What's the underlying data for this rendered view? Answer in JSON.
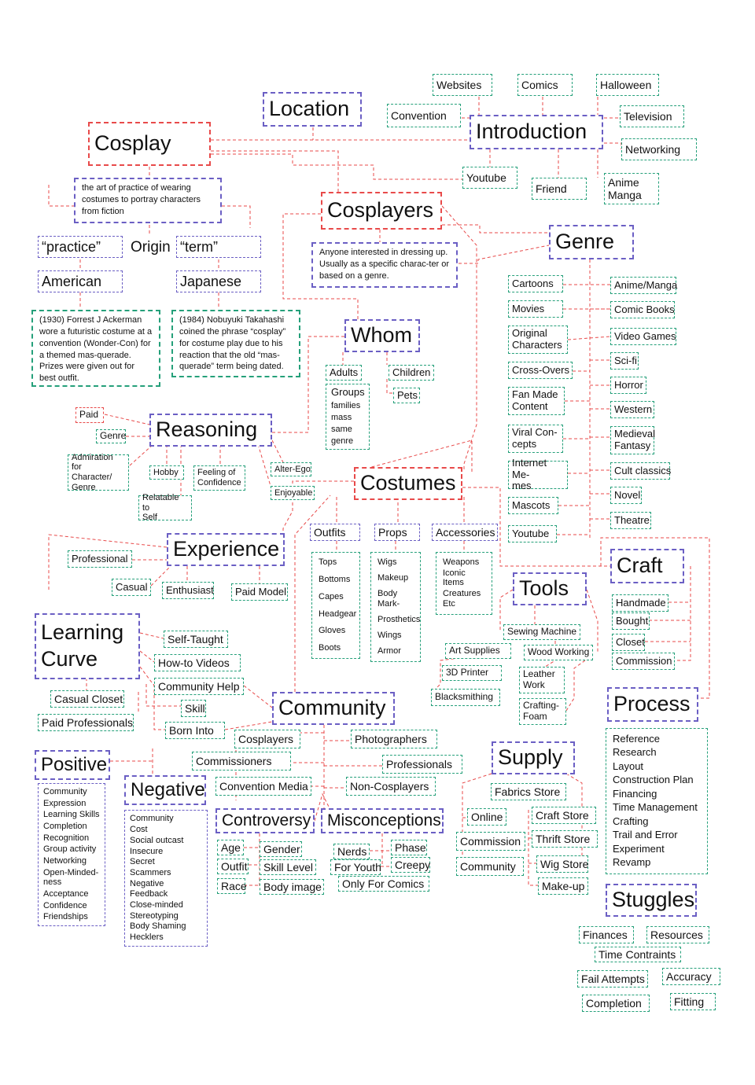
{
  "colors": {
    "red": "#e84a4a",
    "purple": "#6b5fc4",
    "green": "#25a07a"
  },
  "cosplay": {
    "title": "Cosplay",
    "definition": "the art of practice of wearing costumes to portray characters from fiction",
    "practice": "“practice”",
    "origin": "Origin",
    "term": "“term”",
    "american": "American",
    "japanese": "Japanese",
    "american_history": "(1930) Forrest J Ackerman wore a futuristic costume at a convention (Wonder-Con) for a themed mas-querade. Prizes were given out for best outfit.",
    "japanese_history": "(1984) Nobuyuki Takahashi coined the phrase “cosplay” for costume play due to his reaction that the old “mas-querade” term being dated."
  },
  "location": {
    "title": "Location"
  },
  "introduction": {
    "title": "Introduction",
    "items": [
      "Websites",
      "Comics",
      "Halloween",
      "Convention",
      "Television",
      "Networking",
      "Youtube",
      "Friend",
      "Anime\nManga"
    ]
  },
  "cosplayers": {
    "title": "Cosplayers",
    "definition": "Anyone interested in dressing up. Usually as a specific charac-ter or based on a genre."
  },
  "genre": {
    "title": "Genre",
    "left": [
      "Cartoons",
      "Movies",
      "Original\nCharacters",
      "Cross-Overs",
      "Fan Made\nContent",
      "Viral Con-\ncepts",
      "Internet Me-\nmes",
      "Mascots",
      "Youtube"
    ],
    "right": [
      "Anime/Manga",
      "Comic Books",
      "Video Games",
      "Sci-fi",
      "Horror",
      "Western",
      "Medieval\nFantasy",
      "Cult classics",
      "Novel",
      "Theatre"
    ]
  },
  "whom": {
    "title": "Whom",
    "adults": "Adults",
    "children": "Children",
    "pets": "Pets",
    "groups": [
      "Groups",
      "families",
      "mass",
      "same",
      "genre"
    ]
  },
  "reasoning": {
    "title": "Reasoning",
    "items": [
      "Paid",
      "Genre",
      "Admiration for\nCharacter/\nGenre",
      "Hobby",
      "Feeling of\nConfidence",
      "Relatable to\nSelf",
      "Alter-Ego",
      "Enjoyable"
    ]
  },
  "costumes": {
    "title": "Costumes",
    "outfits": "Outfits",
    "props": "Props",
    "accessories": "Accessories",
    "outfit_items": [
      "Tops",
      "Bottoms",
      "Capes",
      "Headgear",
      "Gloves",
      "Boots"
    ],
    "prop_items": [
      "Wigs",
      "Makeup",
      "Body\nMark-",
      "Prosthetics",
      "Wings",
      "Armor"
    ],
    "accessory_items": [
      "Weapons",
      "Iconic Items",
      "Creatures",
      "Etc"
    ]
  },
  "experience": {
    "title": "Experience",
    "items": [
      "Professional",
      "Casual",
      "Enthusiast",
      "Paid Model"
    ]
  },
  "craft": {
    "title": "Craft",
    "items": [
      "Handmade",
      "Bought",
      "Closet",
      "Commission"
    ]
  },
  "tools": {
    "title": "Tools",
    "items": [
      "Sewing Machine",
      "Art Supplies",
      "Wood Working",
      "3D Printer",
      "Leather\nWork",
      "Blacksmithing",
      "Crafting-\nFoam"
    ]
  },
  "learning": {
    "title": "Learning\nCurve",
    "items": [
      "Self-Taught",
      "How-to Videos",
      "Community Help",
      "Casual Closet",
      "Skill",
      "Paid Professionals",
      "Born Into"
    ]
  },
  "community": {
    "title": "Community",
    "items": [
      "Cosplayers",
      "Photographers",
      "Commissioners",
      "Professionals",
      "Convention Media",
      "Non-Cosplayers"
    ]
  },
  "process": {
    "title": "Process",
    "items": [
      "Reference",
      "Research",
      "Layout",
      "Construction Plan",
      "Financing",
      "Time Management",
      "Crafting",
      "Trail and Error",
      "Experiment",
      "Revamp"
    ]
  },
  "positive": {
    "title": "Positive",
    "items": [
      "Community",
      "Expression",
      "Learning Skills",
      "Completion",
      "Recognition",
      "Group activity",
      "Networking",
      "Open-Minded-\nness",
      "Acceptance",
      "Confidence",
      "Friendships"
    ]
  },
  "negative": {
    "title": "Negative",
    "items": [
      "Community",
      "Cost",
      "Social outcast",
      "Insecure",
      "Secret",
      "Scammers",
      "Negative Feedback",
      "Close-minded",
      "Stereotyping",
      "Body Shaming",
      "Hecklers"
    ]
  },
  "controversy": {
    "title": "Controversy",
    "items": [
      "Age",
      "Gender",
      "Outfit",
      "Skill Level",
      "Race",
      "Body image"
    ]
  },
  "misconceptions": {
    "title": "Misconceptions",
    "items": [
      "Nerds",
      "Phase",
      "For Youth",
      "Creepy",
      "Only For Comics"
    ]
  },
  "supply": {
    "title": "Supply",
    "items": [
      "Fabrics Store",
      "Online",
      "Craft Store",
      "Commission",
      "Thrift Store",
      "Community",
      "Wig Store",
      "Make-up"
    ]
  },
  "struggles": {
    "title": "Stuggles",
    "items": [
      "Finances",
      "Resources",
      "Time Contraints",
      "Fail Attempts",
      "Accuracy",
      "Completion",
      "Fitting"
    ]
  }
}
